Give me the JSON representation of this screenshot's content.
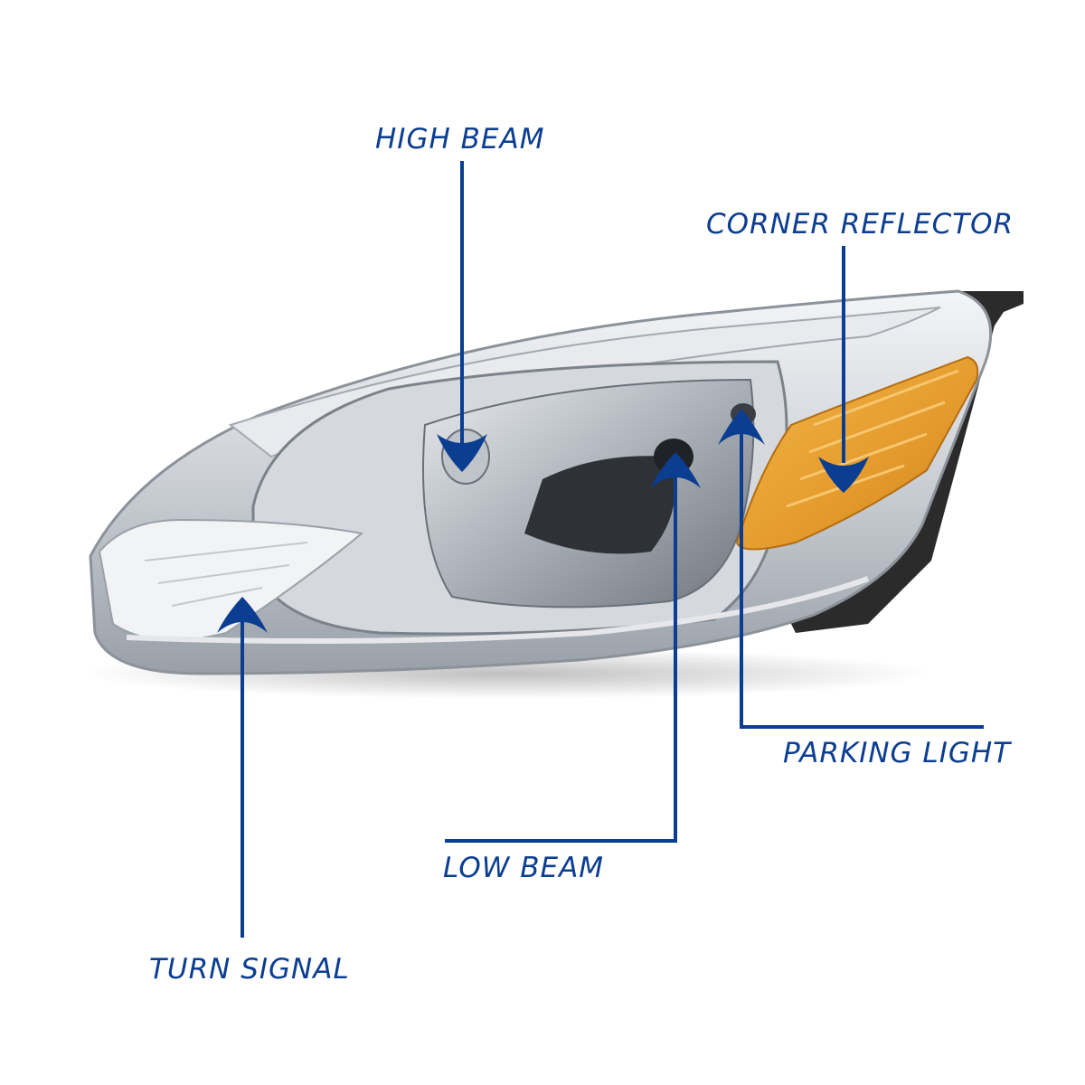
{
  "labels": {
    "high_beam": "HIGH BEAM",
    "corner_reflector": "CORNER REFLECTOR",
    "parking_light": "PARKING LIGHT",
    "low_beam": "LOW BEAM",
    "turn_signal": "TURN SIGNAL"
  },
  "colors": {
    "callout": "#0b3d91",
    "chrome": "#c9cdd3",
    "amber": "#e8a23a",
    "housing": "#2a2a2a"
  }
}
